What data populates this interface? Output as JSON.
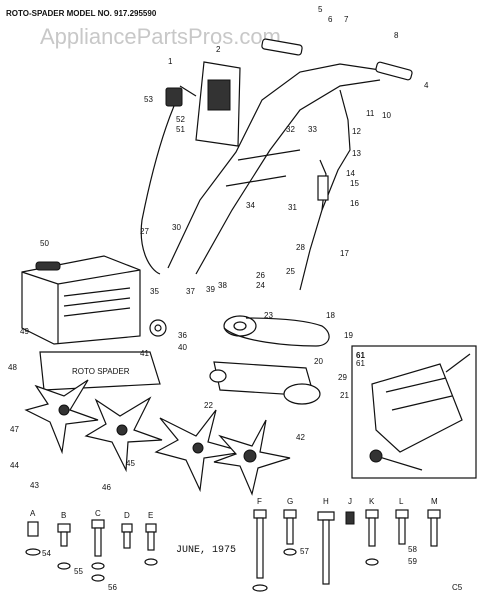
{
  "header": {
    "model_title": "ROTO-SPADER MODEL NO. 917.295590",
    "watermark": "AppliancePartsPros.com"
  },
  "footer": {
    "date_note": "JUNE, 1975",
    "corner_note": "C5"
  },
  "callouts": [
    "1",
    "2",
    "4",
    "5",
    "6",
    "7",
    "8",
    "10",
    "11",
    "12",
    "13",
    "14",
    "15",
    "16",
    "17",
    "18",
    "19",
    "20",
    "21",
    "22",
    "23",
    "24",
    "25",
    "26",
    "27",
    "28",
    "29",
    "30",
    "31",
    "32",
    "33",
    "34",
    "35",
    "36",
    "37",
    "38",
    "39",
    "40",
    "41",
    "42",
    "43",
    "44",
    "45",
    "46",
    "47",
    "48",
    "49",
    "50",
    "51",
    "52",
    "53",
    "54",
    "55",
    "56",
    "57",
    "58",
    "59",
    "61"
  ],
  "hardware_letters": [
    "A",
    "B",
    "C",
    "D",
    "E",
    "F",
    "G",
    "H",
    "J",
    "K",
    "L",
    "M"
  ],
  "inset_label": "61"
}
